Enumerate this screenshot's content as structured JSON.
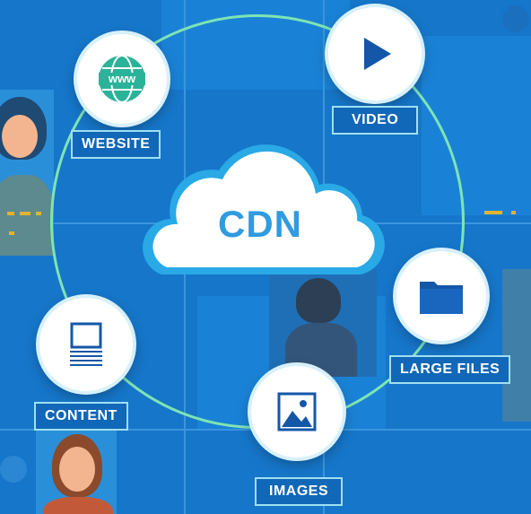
{
  "center": {
    "label": "CDN"
  },
  "nodes": {
    "website": {
      "label": "WEBSITE",
      "icon": "globe-www-icon",
      "glyph_text": "www"
    },
    "video": {
      "label": "VIDEO",
      "icon": "play-icon"
    },
    "large_files": {
      "label": "LARGE FILES",
      "icon": "folder-icon"
    },
    "images": {
      "label": "IMAGES",
      "icon": "image-icon"
    },
    "content": {
      "label": "CONTENT",
      "icon": "document-icon"
    }
  },
  "colors": {
    "background": "#1676c9",
    "ring": "#7ee4b4",
    "label_bg": "#1167b8",
    "label_border": "#9fe0f0",
    "cdn_text": "#2f9be0",
    "icon_blue": "#1457a8"
  }
}
